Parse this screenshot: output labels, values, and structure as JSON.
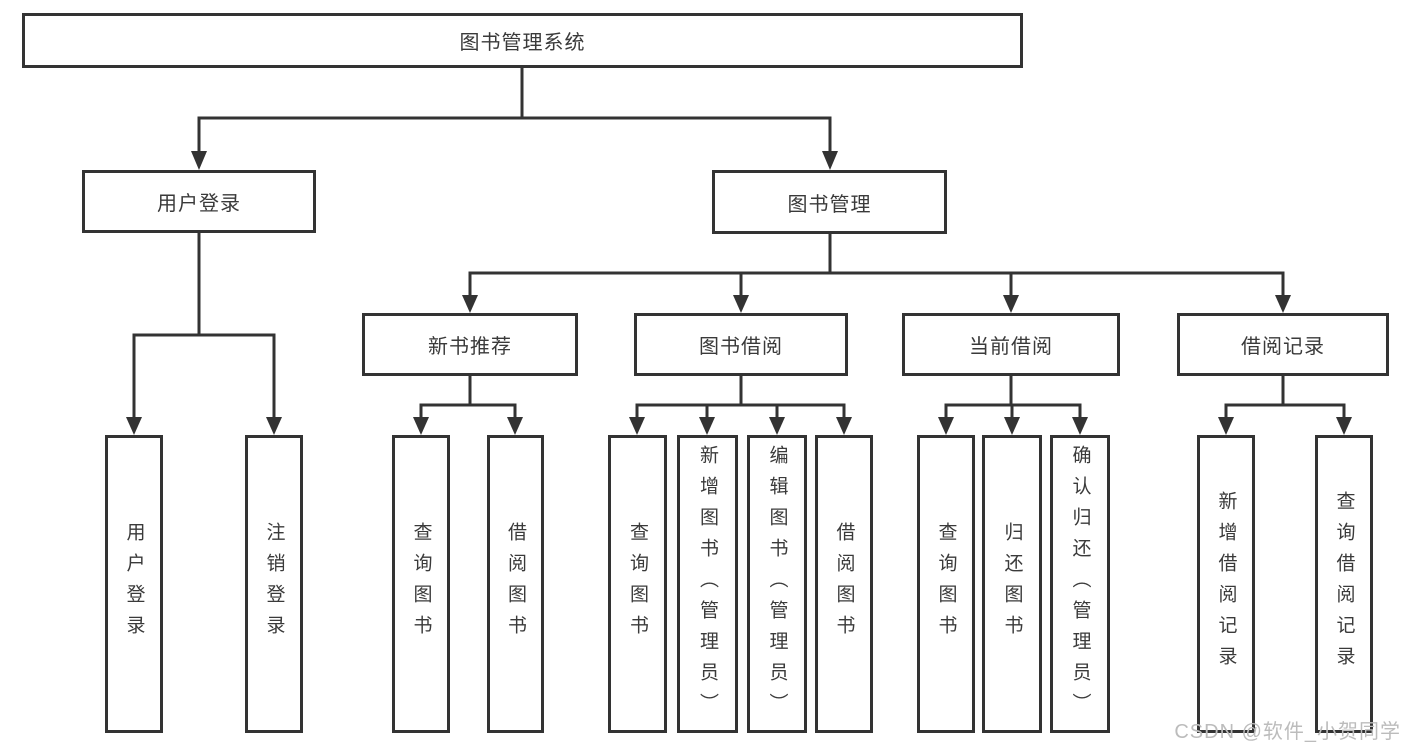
{
  "tree": {
    "label": "图书管理系统",
    "children": [
      {
        "label": "用户登录",
        "children": [
          {
            "label": "用户登录"
          },
          {
            "label": "注销登录"
          }
        ]
      },
      {
        "label": "图书管理",
        "children": [
          {
            "label": "新书推荐",
            "children": [
              {
                "label": "查询图书"
              },
              {
                "label": "借阅图书"
              }
            ]
          },
          {
            "label": "图书借阅",
            "children": [
              {
                "label": "查询图书"
              },
              {
                "label": "新增图书（管理员）"
              },
              {
                "label": "编辑图书（管理员）"
              },
              {
                "label": "借阅图书"
              }
            ]
          },
          {
            "label": "当前借阅",
            "children": [
              {
                "label": "查询图书"
              },
              {
                "label": "归还图书"
              },
              {
                "label": "确认归还（管理员）"
              }
            ]
          },
          {
            "label": "借阅记录",
            "children": [
              {
                "label": "新增借阅记录"
              },
              {
                "label": "查询借阅记录"
              }
            ]
          }
        ]
      }
    ]
  },
  "watermark": {
    "text": "CSDN @软件_小贺同学"
  },
  "colors": {
    "line": "#333333",
    "box_border": "#333333",
    "text": "#3a3a3a",
    "watermark": "#bcbcbc",
    "background": "#ffffff"
  }
}
